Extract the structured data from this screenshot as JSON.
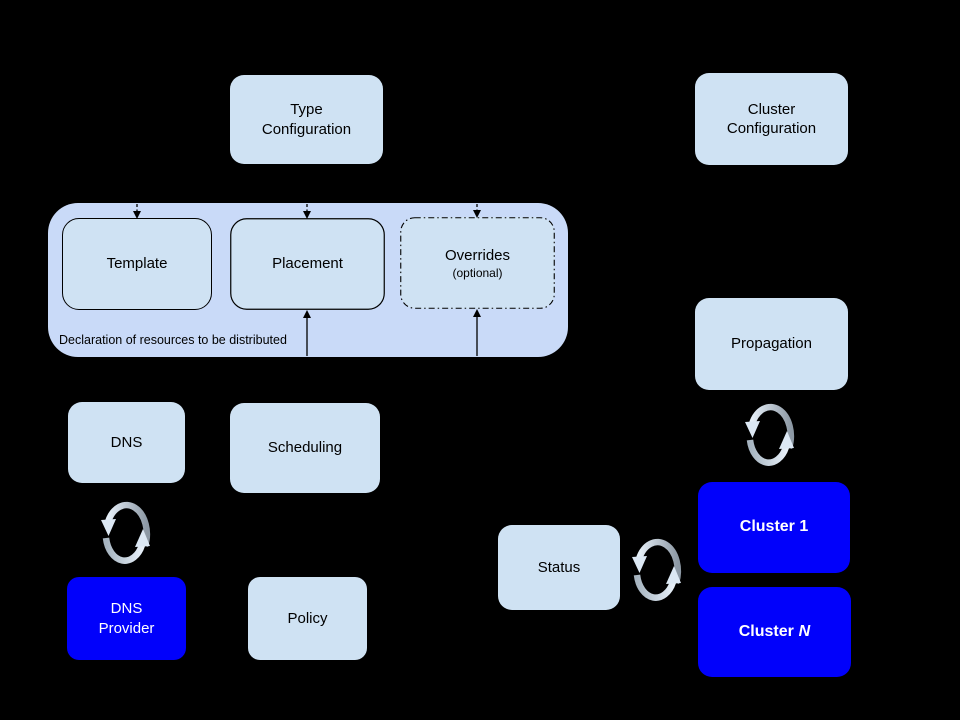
{
  "colors": {
    "background": "#000000",
    "box_light_blue": "#cfe2f3",
    "container_blue": "#c9daf8",
    "accent_blue": "#0101fb",
    "text_dark": "#000000",
    "text_light": "#ffffff",
    "sync_arrow_light": "#dce8f4",
    "sync_arrow_dark": "#8d99a5"
  },
  "nodes": {
    "type_configuration": "Type\nConfiguration",
    "cluster_configuration": "Cluster\nConfiguration",
    "template": "Template",
    "placement": "Placement",
    "overrides_title": "Overrides",
    "overrides_subtitle": "(optional)",
    "propagation": "Propagation",
    "dns": "DNS",
    "scheduling": "Scheduling",
    "dns_provider": "DNS\nProvider",
    "policy": "Policy",
    "status": "Status",
    "cluster_1": "Cluster 1",
    "cluster_n": {
      "prefix": "Cluster",
      "n": "N"
    }
  },
  "container": {
    "caption": "Declaration of resources to be distributed"
  }
}
